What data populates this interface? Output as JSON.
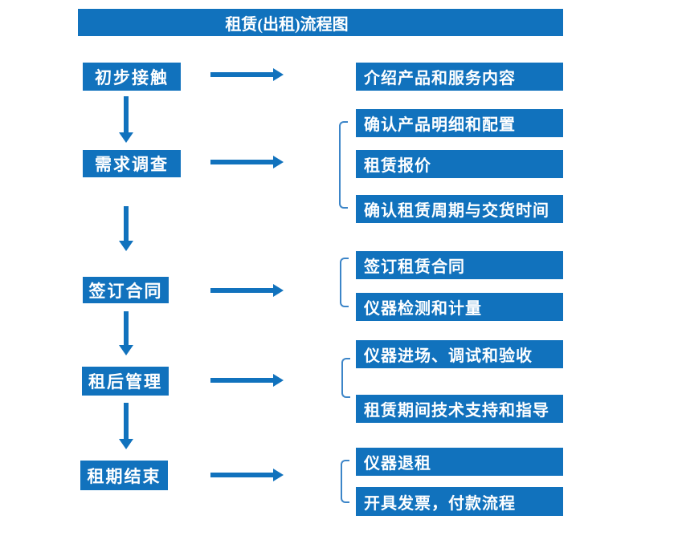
{
  "title": "租赁(出租)流程图",
  "colors": {
    "accent": "#1172BD",
    "bracket": "#3C85C8",
    "background": "#FFFFFF",
    "text": "#FFFFFF"
  },
  "stages": [
    {
      "label": "初步接触",
      "details": [
        "介绍产品和服务内容"
      ]
    },
    {
      "label": "需求调查",
      "details": [
        "确认产品明细和配置",
        "租赁报价",
        "确认租赁周期与交货时间"
      ]
    },
    {
      "label": "签订合同",
      "details": [
        "签订租赁合同",
        "仪器检测和计量"
      ]
    },
    {
      "label": "租后管理",
      "details": [
        "仪器进场、调试和验收",
        "租赁期间技术支持和指导"
      ]
    },
    {
      "label": "租期结束",
      "details": [
        "仪器退租",
        "开具发票，付款流程"
      ]
    }
  ]
}
